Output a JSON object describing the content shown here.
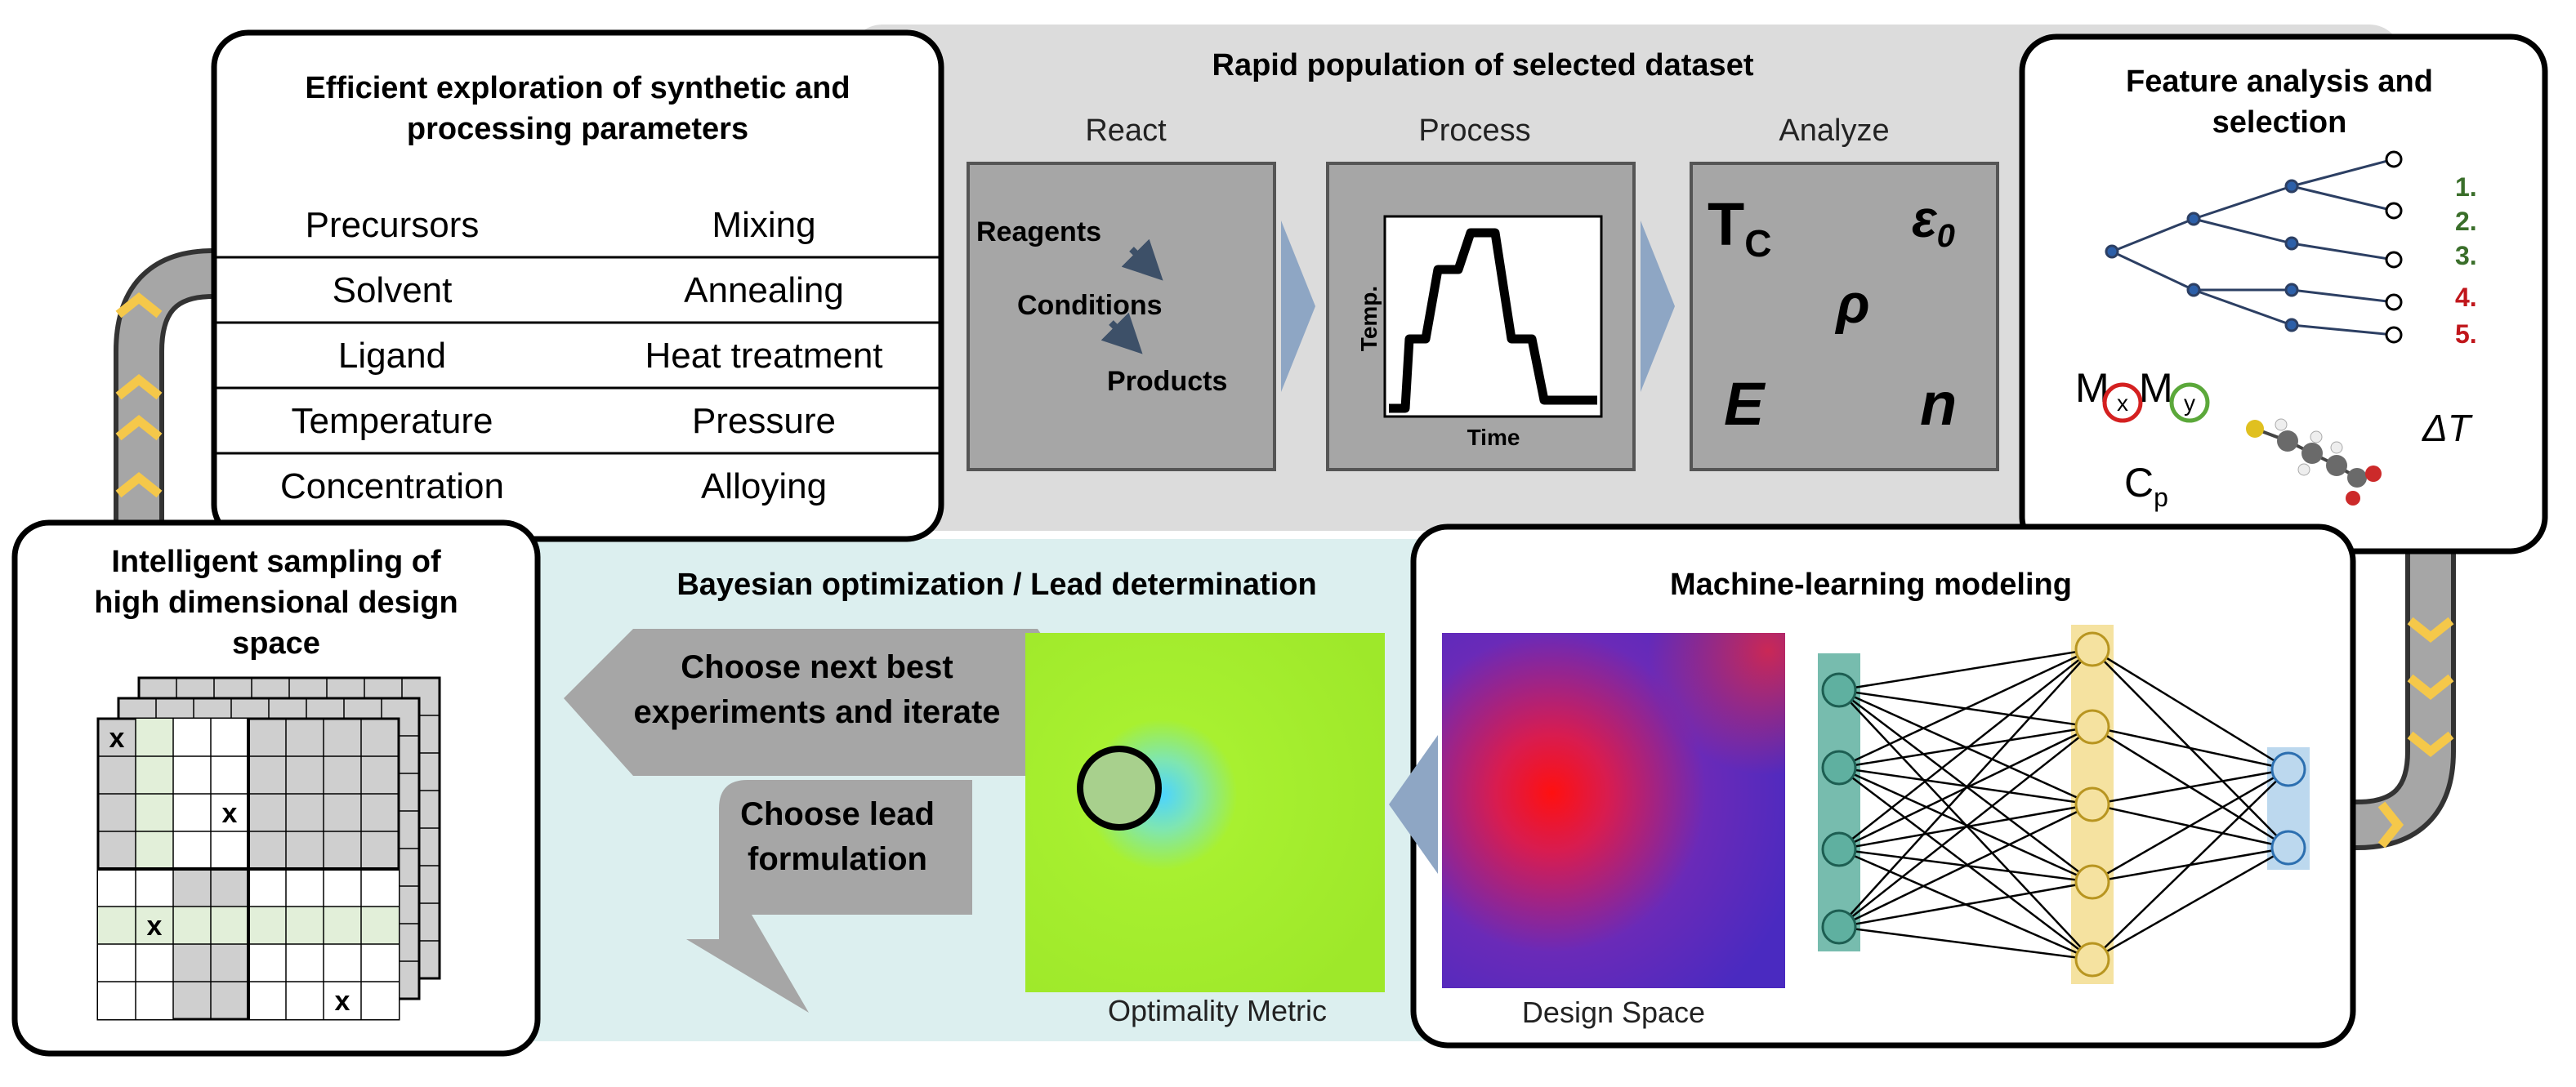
{
  "exploration": {
    "title_line1": "Efficient exploration of synthetic and",
    "title_line2": "processing parameters",
    "rows": [
      [
        "Precursors",
        "Mixing"
      ],
      [
        "Solvent",
        "Annealing"
      ],
      [
        "Ligand",
        "Heat treatment"
      ],
      [
        "Temperature",
        "Pressure"
      ],
      [
        "Concentration",
        "Alloying"
      ]
    ]
  },
  "population": {
    "title": "Rapid population of selected dataset",
    "react": {
      "label": "React",
      "reagents": "Reagents",
      "conditions": "Conditions",
      "products": "Products"
    },
    "process": {
      "label": "Process",
      "ylabel": "Temp.",
      "xlabel": "Time"
    },
    "analyze": {
      "label": "Analyze",
      "tc_main": "T",
      "tc_sub": "C",
      "eps_main": "ε",
      "eps_sub": "0",
      "rho": "ρ",
      "e": "E",
      "n": "n"
    }
  },
  "feature": {
    "title_line1": "Feature analysis and",
    "title_line2": "selection",
    "ranks": [
      "1.",
      "2.",
      "3.",
      "4.",
      "5."
    ],
    "rank_colors": [
      "#3a6e2a",
      "#3a6e2a",
      "#3a6e2a",
      "#c0161b",
      "#c0161b"
    ],
    "mx": "M",
    "x": "x",
    "my": "M",
    "y": "y",
    "cp_main": "C",
    "cp_sub": "p",
    "delta_t": "ΔT"
  },
  "sampling": {
    "title_line1": "Intelligent sampling of",
    "title_line2": "high dimensional design",
    "title_line3": "space",
    "mark": "x"
  },
  "bayesian": {
    "title": "Bayesian optimization / Lead determination",
    "next_line1": "Choose next best",
    "next_line2": "experiments and iterate",
    "lead_line1": "Choose lead",
    "lead_line2": "formulation",
    "caption": "Optimality Metric"
  },
  "ml": {
    "title": "Machine-learning modeling",
    "caption": "Design Space"
  },
  "colors": {
    "lead_green": "#a8d08d",
    "panel_gray": "#a6a6a6",
    "band_gray": "#dcdcdc",
    "teal_band": "#dcefef",
    "flow_arrow": "#8ea6c4",
    "chevron": "#f5c84a"
  }
}
